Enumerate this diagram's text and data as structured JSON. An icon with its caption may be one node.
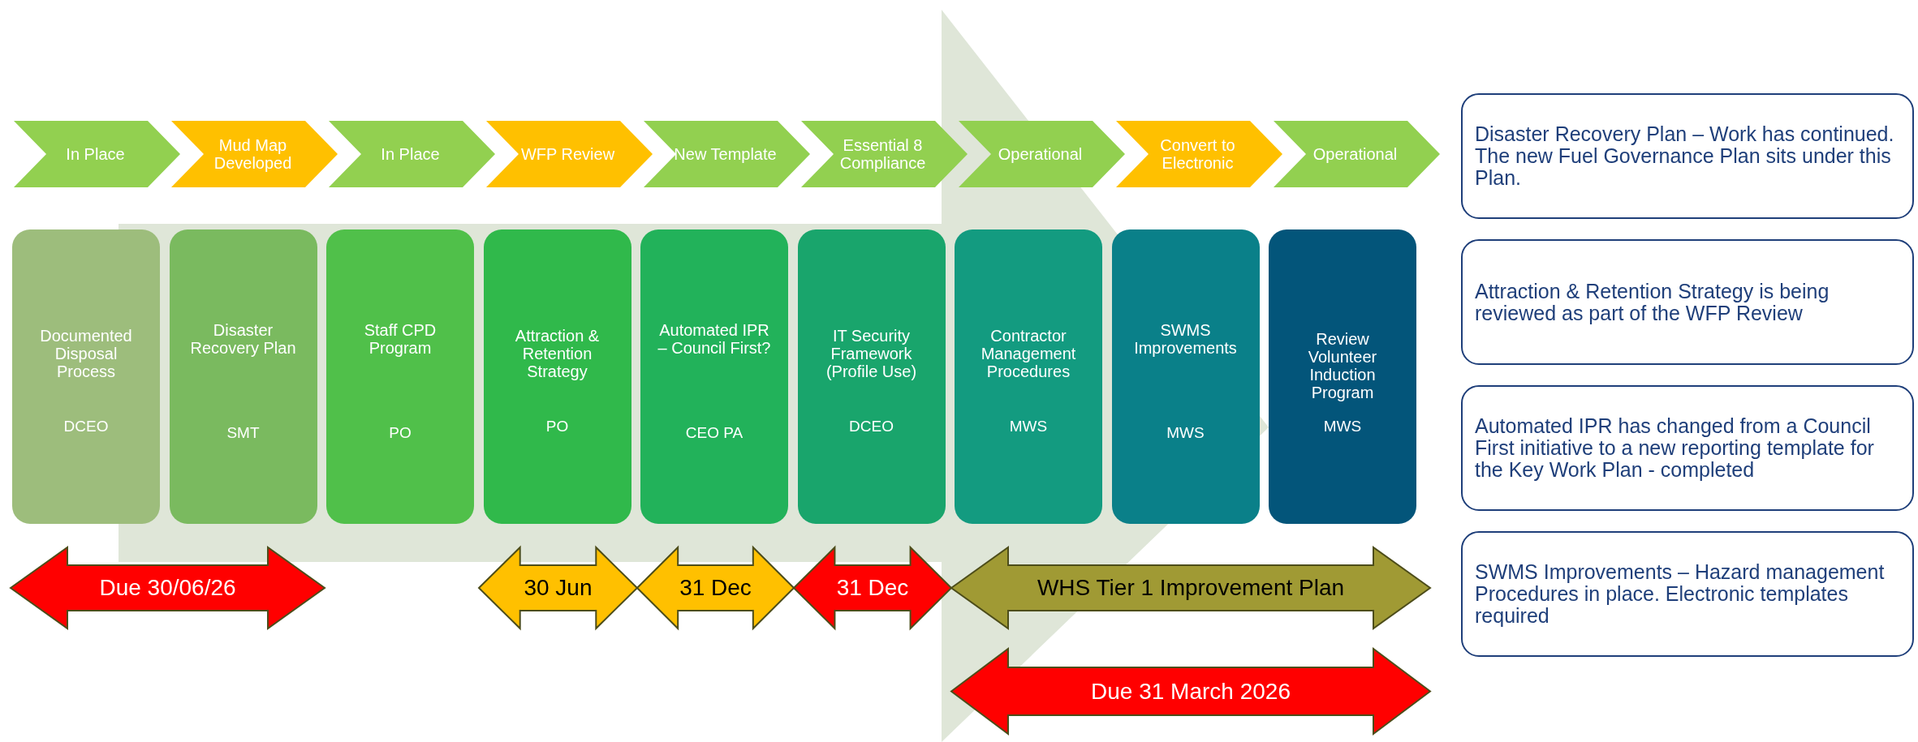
{
  "diagram": {
    "nodes": [
      {
        "text": [
          "In Place"
        ]
      },
      {
        "text": [
          "Mud Map Developed"
        ]
      },
      {
        "text": [
          "In Place"
        ]
      },
      {
        "text": [
          "WFP Review"
        ]
      },
      {
        "text": [
          "New Template"
        ]
      },
      {
        "text": [
          "Essential 8 Compliance"
        ]
      },
      {
        "text": [
          "Operational"
        ]
      },
      {
        "text": [
          "Convert to Electronic"
        ]
      },
      {
        "text": [
          "Operational"
        ]
      },
      {
        "text": [
          "Documented Disposal Process",
          "DCEO"
        ]
      },
      {
        "text": [
          "Disaster Recovery Plan",
          "SMT"
        ]
      },
      {
        "text": [
          "Staff CPD Program",
          "PO"
        ]
      },
      {
        "text": [
          "Attraction & Retention Strategy",
          "PO"
        ]
      },
      {
        "text": [
          "Automated IPR – Council First?",
          "CEO PA"
        ]
      },
      {
        "text": [
          "IT Security Framework (Profile Use)",
          "DCEO"
        ]
      },
      {
        "text": [
          "Contractor Management Procedures",
          "MWS"
        ]
      },
      {
        "text": [
          "SWMS Improvements",
          "MWS"
        ]
      },
      {
        "text": [
          "Review Volunteer Induction Program",
          "MWS"
        ]
      },
      {
        "text": [
          "Due 30/06/26"
        ]
      },
      {
        "text": [
          "30 Jun"
        ]
      },
      {
        "text": [
          "31 Dec"
        ]
      },
      {
        "text": [
          "31 Dec"
        ]
      },
      {
        "text": [
          "WHS Tier 1 Improvement Plan"
        ]
      },
      {
        "text": [
          "Due 31 March 2026"
        ]
      },
      {
        "text": [
          "Disaster Recovery Plan – Work has continued. The new Fuel Governance Plan sits under this Plan."
        ]
      },
      {
        "text": [
          "Attraction & Retention Strategy is being reviewed as part of the WFP Review"
        ]
      },
      {
        "text": [
          "Automated IPR has changed from a Council First initiative to a new reporting template for the Key Work Plan - completed"
        ]
      },
      {
        "text": [
          "SWMS Improvements – Hazard management Procedures in place. Electronic templates required"
        ]
      }
    ],
    "edges": [
      {
        "from": 9,
        "to": 17,
        "arrow": "to",
        "style": "thick"
      }
    ]
  }
}
